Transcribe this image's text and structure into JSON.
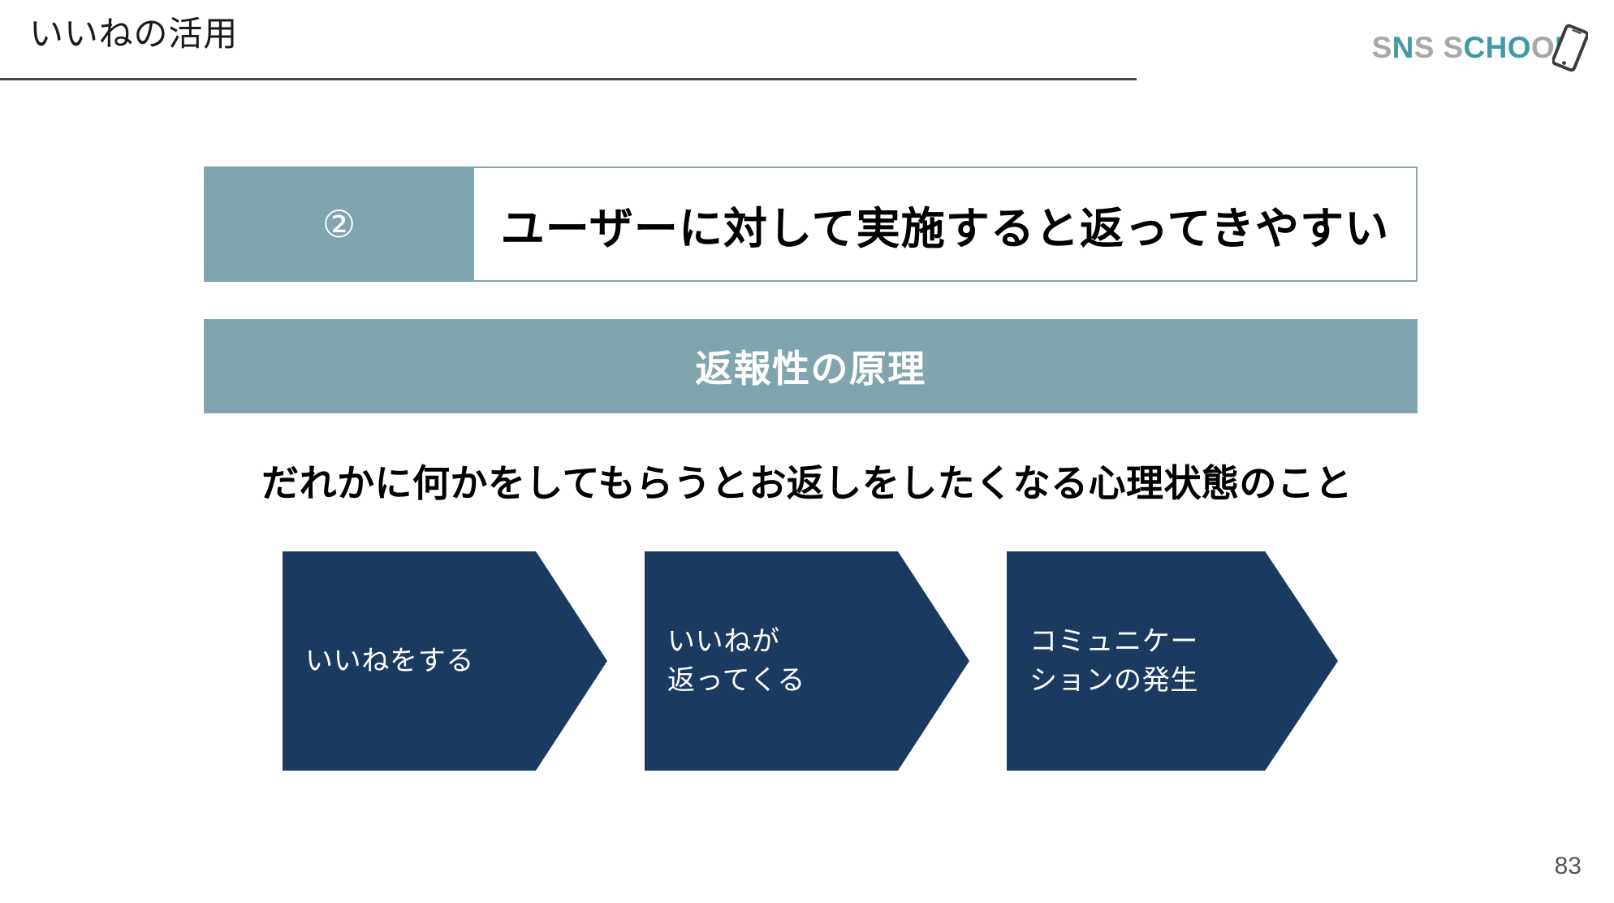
{
  "slide": {
    "title": "いいねの活用",
    "page_number": "83",
    "accent_teal": "#80a5ae",
    "accent_navy": "#1a3a60",
    "logo_gray": "#a8a8a8",
    "logo_teal": "#3f9aa5"
  },
  "logo": {
    "letters": [
      {
        "char": "S",
        "color": "gray"
      },
      {
        "char": "N",
        "color": "teal"
      },
      {
        "char": "S",
        "color": "gray"
      },
      {
        "char": " ",
        "color": "gray"
      },
      {
        "char": "S",
        "color": "gray"
      },
      {
        "char": "C",
        "color": "teal"
      },
      {
        "char": "H",
        "color": "teal"
      },
      {
        "char": "O",
        "color": "teal"
      },
      {
        "char": "O",
        "color": "gray"
      },
      {
        "char": "L",
        "color": "teal"
      }
    ],
    "text": "SNS SCHOOL",
    "icon": "smartphone-icon"
  },
  "header_row": {
    "number": "②",
    "text": "ユーザーに対して実施すると返ってきやすい"
  },
  "banner": {
    "text": "返報性の原理"
  },
  "description": {
    "text": "だれかに何かをしてもらうとお返しをしたくなる心理状態のこと"
  },
  "flow": {
    "steps": [
      {
        "label": "いいねをする"
      },
      {
        "label": "いいねが\n返ってくる"
      },
      {
        "label": "コミュニケー\nションの発生"
      }
    ]
  }
}
